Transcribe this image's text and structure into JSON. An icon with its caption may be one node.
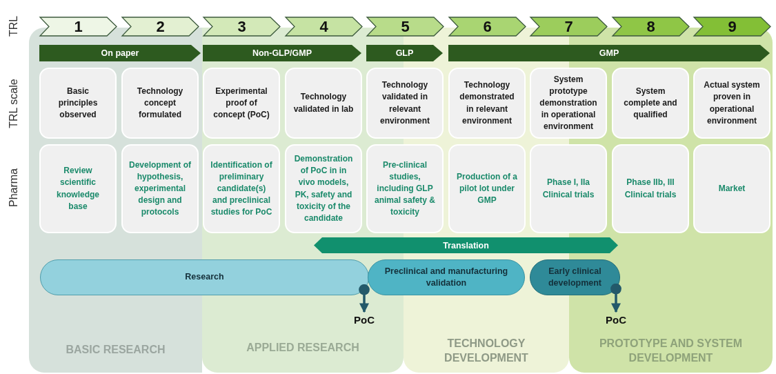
{
  "diagram": {
    "nodes": [
      {
        "text": [
          "BASIC RESEARCH"
        ]
      },
      {
        "text": [
          "APPLIED RESEARCH"
        ]
      },
      {
        "text": [
          "TECHNOLOGY DEVELOPMENT"
        ]
      },
      {
        "text": [
          "PROTOTYPE AND SYSTEM DEVELOPMENT"
        ]
      },
      {
        "text": [
          "1"
        ]
      },
      {
        "text": [
          "2"
        ]
      },
      {
        "text": [
          "3"
        ]
      },
      {
        "text": [
          "4"
        ]
      },
      {
        "text": [
          "5"
        ]
      },
      {
        "text": [
          "6"
        ]
      },
      {
        "text": [
          "7"
        ]
      },
      {
        "text": [
          "8"
        ]
      },
      {
        "text": [
          "9"
        ]
      },
      {
        "text": [
          "On paper"
        ],
        "in": 0
      },
      {
        "text": [
          "Non-GLP/GMP"
        ],
        "in": 1
      },
      {
        "text": [
          "GLP"
        ]
      },
      {
        "text": [
          "GMP"
        ]
      },
      {
        "text": [
          "Basic principles observed"
        ],
        "in": 0
      },
      {
        "text": [
          "Technology concept formulated"
        ],
        "in": 0
      },
      {
        "text": [
          "Experimental proof of concept (PoC)"
        ],
        "in": 1
      },
      {
        "text": [
          "Technology validated in lab"
        ],
        "in": 1
      },
      {
        "text": [
          "Technology validated in relevant environment"
        ]
      },
      {
        "text": [
          "Technology demonstrated in relevant environment"
        ],
        "in": 2
      },
      {
        "text": [
          "System prototype demonstration in operational environment"
        ]
      },
      {
        "text": [
          "System complete and qualified"
        ],
        "in": 3
      },
      {
        "text": [
          "Actual system proven in operational environment"
        ],
        "in": 3
      },
      {
        "text": [
          "Review scientific knowledge base"
        ],
        "in": 0
      },
      {
        "text": [
          "Development of hypothesis, experimental design and protocols"
        ],
        "in": 0
      },
      {
        "text": [
          "Identification of preliminary candidate(s) and preclinical studies for PoC"
        ],
        "in": 1
      },
      {
        "text": [
          "Demonstration of PoC in in vivo models, PK, safety and toxicity of the candidate"
        ],
        "in": 1
      },
      {
        "text": [
          "Pre-clinical studies, including GLP animal safety & toxicity"
        ]
      },
      {
        "text": [
          "Production of a pilot lot under GMP"
        ],
        "in": 2
      },
      {
        "text": [
          "Phase I, IIa Clinical trials"
        ]
      },
      {
        "text": [
          "Phase IIb, III Clinical trials"
        ],
        "in": 3
      },
      {
        "text": [
          "Market"
        ],
        "in": 3
      },
      {
        "text": [
          "Translation"
        ]
      },
      {
        "text": [
          "Research"
        ]
      },
      {
        "text": [
          "Preclinical and manufacturing validation"
        ]
      },
      {
        "text": [
          "Early clinical development"
        ]
      },
      {
        "text": [
          "PoC"
        ],
        "in": 1
      },
      {
        "text": [
          "PoC"
        ],
        "in": 3
      }
    ],
    "edges": [
      {
        "from": 36,
        "to": 39,
        "arrow": "to"
      },
      {
        "from": 38,
        "to": 40,
        "arrow": "to"
      }
    ],
    "labels": [
      "TRL",
      "TRL scale",
      "Pharma"
    ]
  }
}
